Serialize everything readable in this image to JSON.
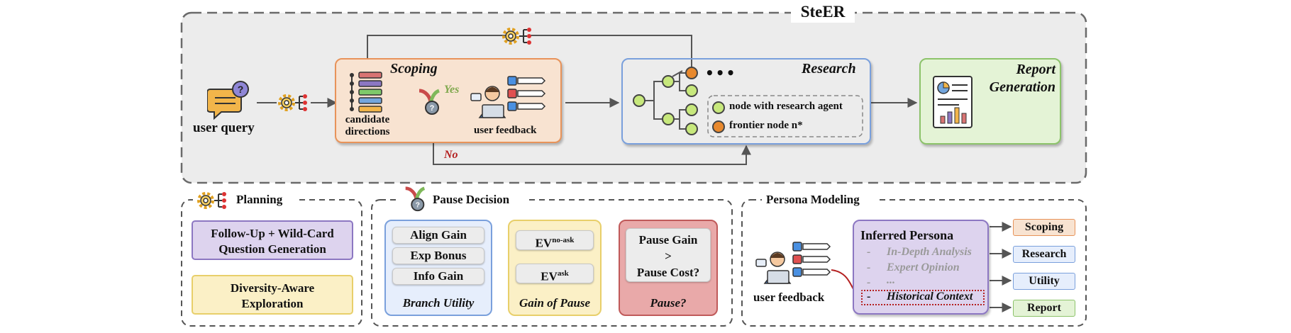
{
  "title": "SteER",
  "top": {
    "user_query": "user query",
    "scoping": {
      "title": "Scoping",
      "candidate": "candidate\ndirections",
      "yes": "Yes",
      "no": "No",
      "user_feedback": "user feedback"
    },
    "research": {
      "title": "Research",
      "dots": "•••",
      "legend_agent": "node with research agent",
      "legend_frontier": "frontier node n*"
    },
    "report": {
      "title": "Report\nGeneration"
    }
  },
  "planning": {
    "title": "Planning",
    "box1": "Follow-Up + Wild-Card Question Generation",
    "box2": "Diversity-Aware Exploration"
  },
  "pause": {
    "title": "Pause Decision",
    "branch": {
      "items": [
        "Align Gain",
        "Exp Bonus",
        "Info Gain"
      ],
      "label": "Branch Utility"
    },
    "gain": {
      "ev_base": "EV",
      "ev1_sup": "no-ask",
      "ev2_sup": "ask",
      "label": "Gain of Pause"
    },
    "decision": {
      "line1": "Pause Gain",
      "line2": ">",
      "line3": "Pause Cost?",
      "label": "Pause?"
    }
  },
  "persona": {
    "title": "Persona Modeling",
    "user_feedback": "user feedback",
    "inferred_title": "Inferred Persona",
    "dash": "-",
    "items": [
      "In-Depth Analysis",
      "Expert Opinion",
      "...",
      "Historical Context"
    ],
    "targets": [
      "Scoping",
      "Research",
      "Utility",
      "Report"
    ]
  },
  "colors": {
    "scoping_bg": "#f8e3d1",
    "scoping_border": "#e8935a",
    "research_bg": "#e6eefc",
    "research_border": "#7aa0dc",
    "report_bg": "#e4f3d6",
    "report_border": "#8cc36a",
    "purple_bg": "#ddd3ee",
    "purple_border": "#8c77c2",
    "yellow_bg": "#fbf0c6",
    "yellow_border": "#e8cf6a",
    "red_bg": "#e9a9a9",
    "red_border": "#c05a5a",
    "green_node": "#c7e87c",
    "orange_node": "#e8892e",
    "yes": "#7fa84d",
    "no": "#b42020"
  }
}
